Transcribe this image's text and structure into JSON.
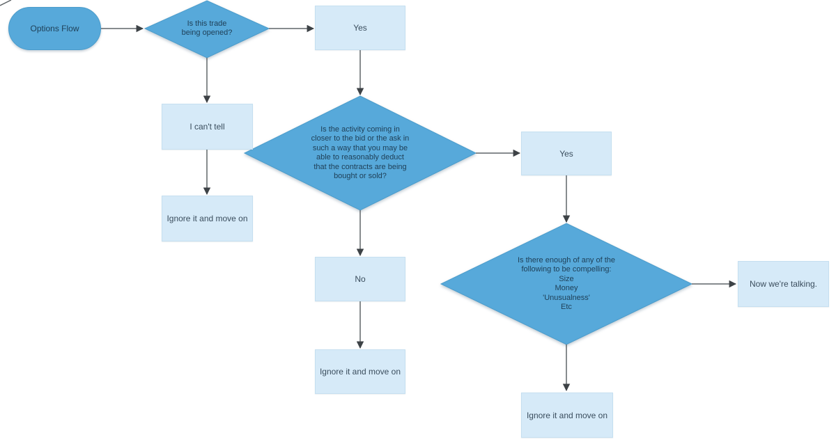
{
  "colors": {
    "canvas_bg": "#ffffff",
    "shape_blue": "#57a9da",
    "shape_blue_border": "#4b9ccb",
    "box_fill": "#d6eaf8",
    "box_border": "#c5dff0",
    "text_on_blue": "#1f4058",
    "text_on_light": "#3a4d5d",
    "arrow_line": "#5f6569",
    "arrow_head": "#3d4246"
  },
  "flowchart": {
    "start": {
      "label": "Options Flow"
    },
    "decision_opened": {
      "label": "Is this trade\nbeing opened?"
    },
    "yes_top": {
      "label": "Yes"
    },
    "cant_tell": {
      "label": "I can't tell"
    },
    "ignore_left": {
      "label": "Ignore it and move on"
    },
    "decision_activity": {
      "label": "Is the activity coming in\ncloser to the bid or the ask in\nsuch a way that you may be\nable to reasonably deduct\nthat the contracts are being\nbought or sold?"
    },
    "yes_right": {
      "label": "Yes"
    },
    "no_mid": {
      "label": "No"
    },
    "ignore_mid": {
      "label": "Ignore it and move on"
    },
    "decision_compelling": {
      "label": "Is there enough of any of the\nfollowing to be compelling:\nSize\nMoney\n'Unusualness'\nEtc"
    },
    "now_talking": {
      "label": "Now we're talking."
    },
    "ignore_bottom": {
      "label": "Ignore it and move on"
    }
  }
}
